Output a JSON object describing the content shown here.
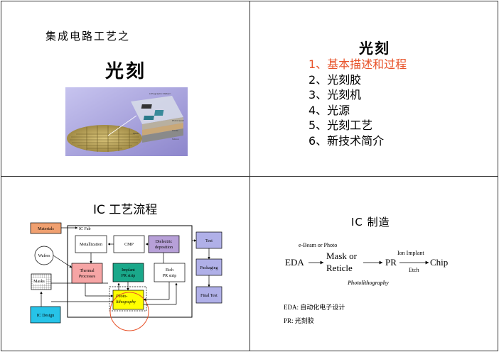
{
  "slide1": {
    "subtitle": "集成电路工艺之",
    "title": "光刻",
    "photo_labels": [
      "Lithographic Pattern",
      "Wafer",
      "Photoresist",
      "Oxide",
      "Silicon"
    ]
  },
  "slide2": {
    "title": "光刻",
    "items": [
      "1、基本描述和过程",
      "2、光刻胶",
      "3、光刻机",
      "4、光源",
      "5、光刻工艺",
      "6、新技术简介"
    ]
  },
  "slide3": {
    "title": "IC 工艺流程",
    "boxes": {
      "materials": "Materials",
      "ic_fab": "IC Fab",
      "wafers": "Wafers",
      "masks": "Masks",
      "ic_design": "IC Design",
      "metallization": "Metallization",
      "cmp": "CMP",
      "dielectric_1": "Dielectric",
      "dielectric_2": "deposition",
      "thermal_1": "Thermal",
      "thermal_2": "Processes",
      "implant_1": "Implant",
      "implant_2": "PR strip",
      "etch_1": "Etch",
      "etch_2": "PR strip",
      "photo_1": "Photo-",
      "photo_2": "lithography",
      "test": "Test",
      "packaging": "Packaging",
      "final_test": "Final Test"
    },
    "colors": {
      "materials": "#f0a070",
      "metallization_bg": "#ffffff",
      "dielectric": "#b7a0d8",
      "thermal": "#f6a5a5",
      "implant": "#1aa88a",
      "photo": "#ffff00",
      "ic_design": "#27c3e8",
      "right_col": "#b0b0e8",
      "circle": "#e8532a"
    }
  },
  "slide4": {
    "title": "IC  制造",
    "ebeam": "e-Beam or Photo",
    "eda": "EDA",
    "mask_1": "Mask or",
    "mask_2": "Reticle",
    "pr": "PR",
    "ion": "Ion Implant",
    "etch": "Etch",
    "chip": "Chip",
    "photolithography": "Photolithography",
    "note_eda": "EDA: 自动化电子设计",
    "note_pr": "PR: 光刻胶"
  }
}
